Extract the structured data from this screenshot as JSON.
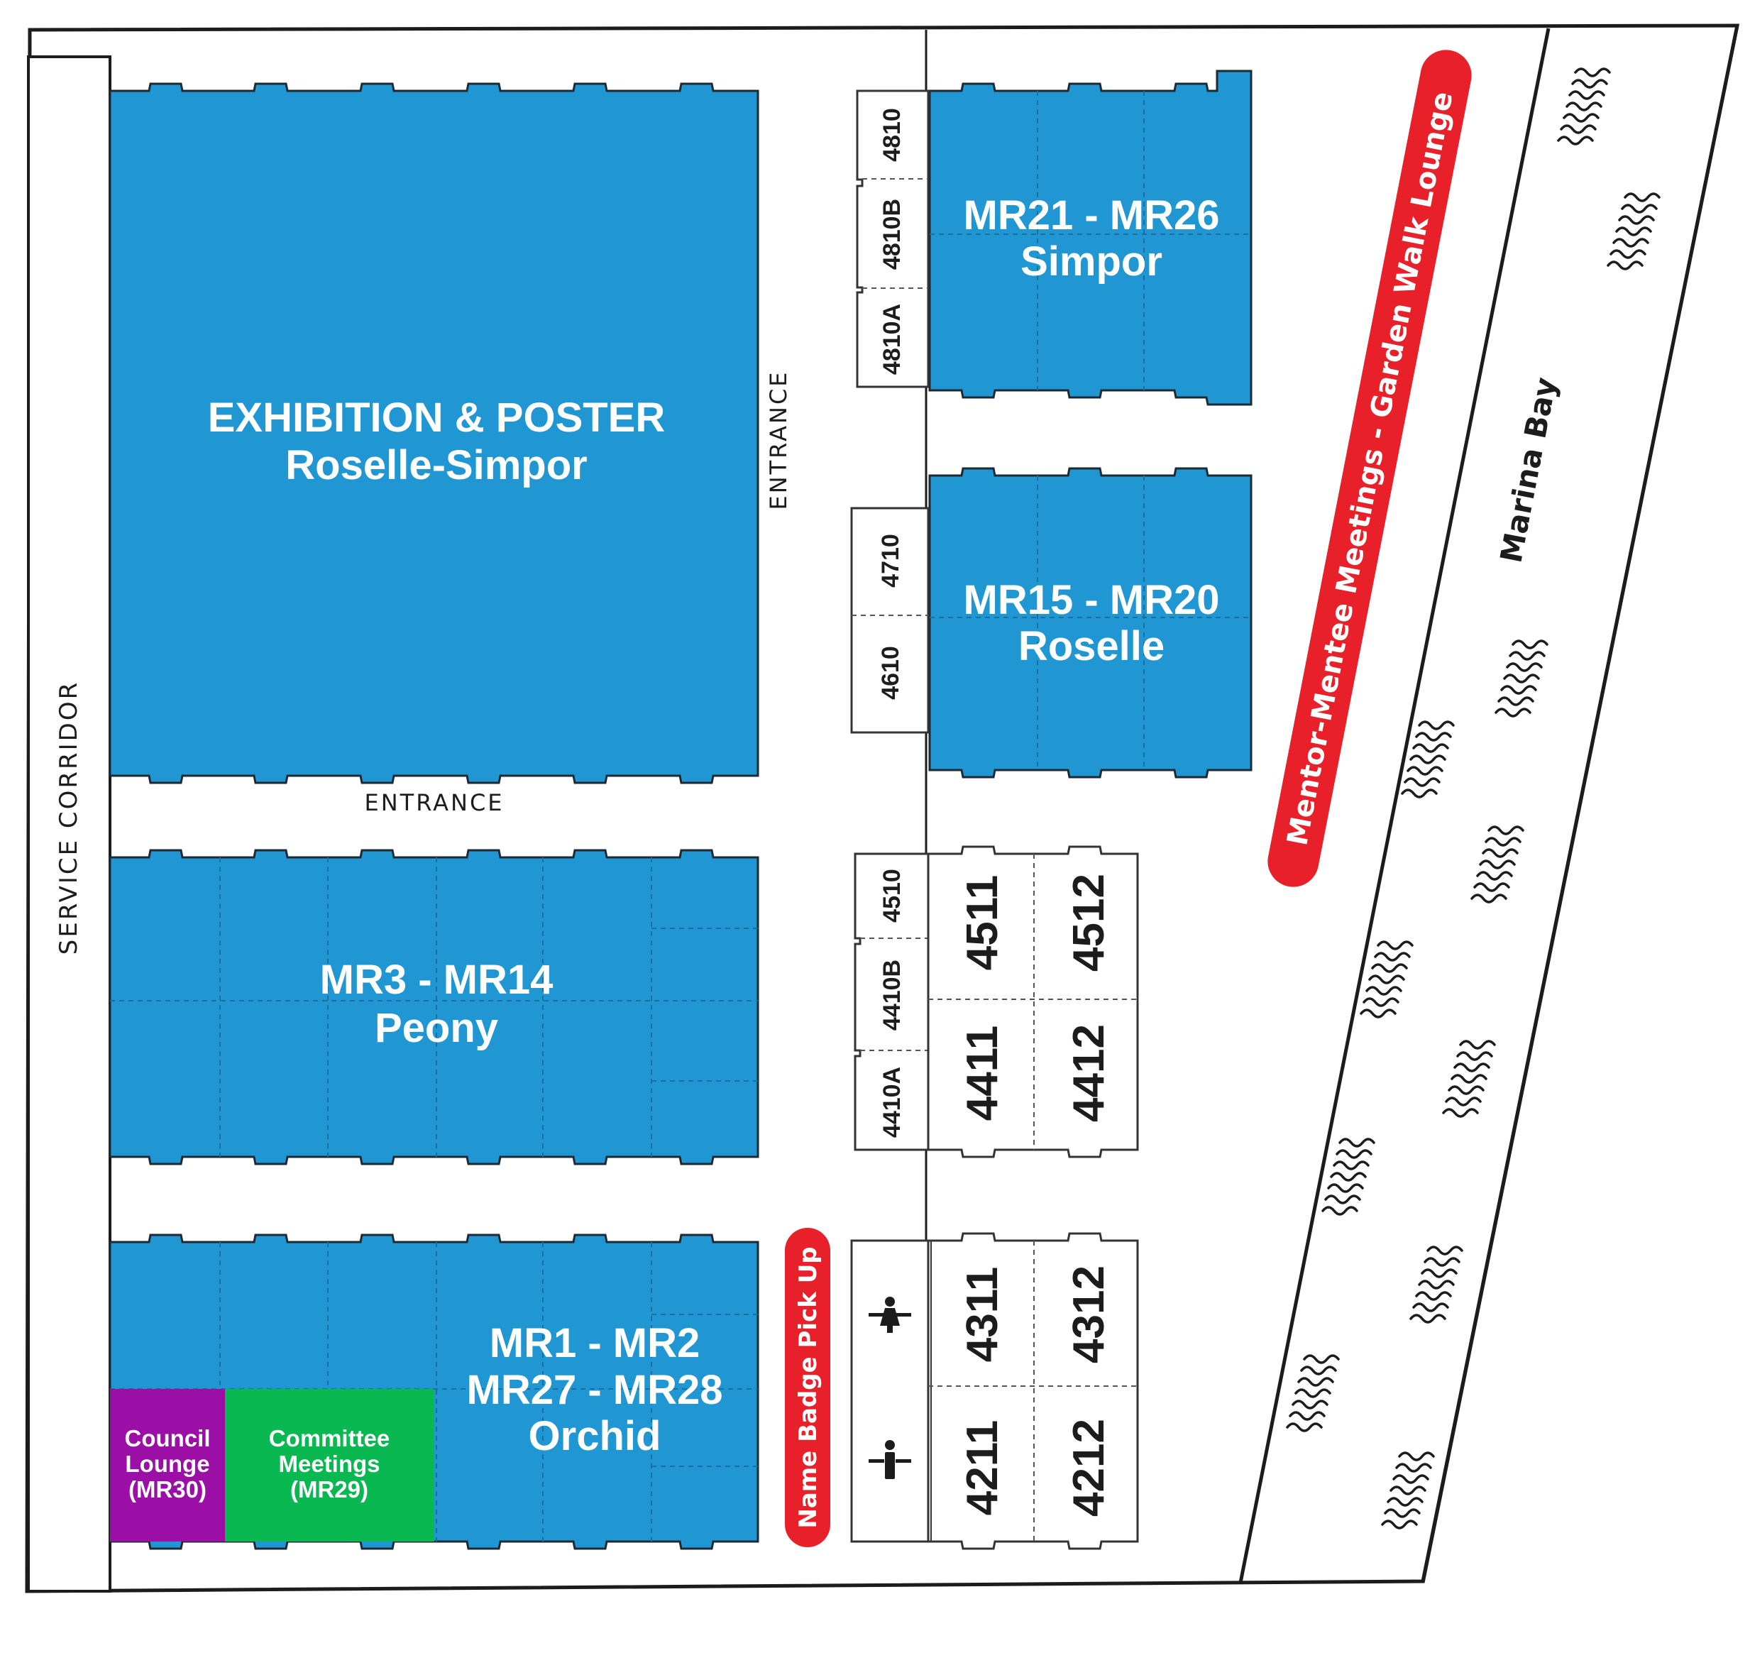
{
  "labels": {
    "service_corridor": "SERVICE CORRIDOR",
    "entrance_vertical": "ENTRANCE",
    "entrance_horizontal": "ENTRANCE",
    "marina_bay": "Marina Bay"
  },
  "halls": {
    "exhibition": {
      "line1": "EXHIBITION & POSTER",
      "line2": "Roselle-Simpor"
    },
    "simpor": {
      "line1": "MR21 - MR26",
      "line2": "Simpor"
    },
    "roselle": {
      "line1": "MR15 - MR20",
      "line2": "Roselle"
    },
    "peony": {
      "line1": "MR3 - MR14",
      "line2": "Peony"
    },
    "orchid": {
      "line1": "MR1 - MR2",
      "line2": "MR27 - MR28",
      "line3": "Orchid"
    },
    "council": {
      "line1": "Council",
      "line2": "Lounge",
      "line3": "(MR30)"
    },
    "committee": {
      "line1": "Committee",
      "line2": "Meetings",
      "line3": "(MR29)"
    }
  },
  "rooms": {
    "r4810": "4810",
    "r4810B": "4810B",
    "r4810A": "4810A",
    "r4710": "4710",
    "r4610": "4610",
    "r4510": "4510",
    "r4410B": "4410B",
    "r4410A": "4410A",
    "r4511": "4511",
    "r4512": "4512",
    "r4411": "4411",
    "r4412": "4412",
    "r4311": "4311",
    "r4312": "4312",
    "r4211": "4211",
    "r4212": "4212"
  },
  "badges": {
    "mentor": "Mentor-Mentee Meetings - Garden Walk Lounge",
    "name_badge": "Name Badge Pick Up"
  },
  "icons": [
    "female-restroom-icon",
    "male-restroom-icon",
    "water-wave-icon"
  ],
  "colors": {
    "hall_blue": "#2097d2",
    "council_purple": "#9b0fa6",
    "committee_green": "#09b851",
    "badge_red": "#e8202a",
    "outline": "#1c1c1c"
  }
}
